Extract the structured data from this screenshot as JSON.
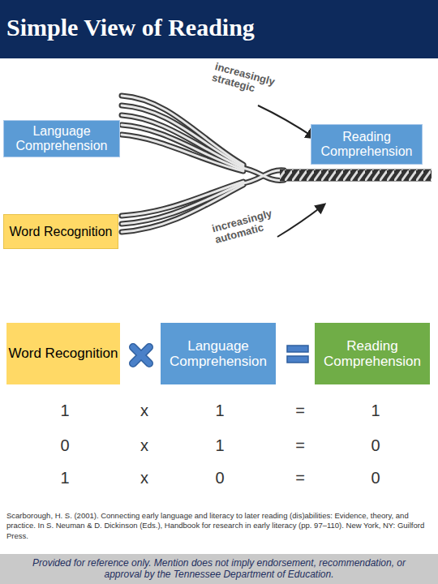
{
  "diagram": {
    "title": "Simple View of Reading",
    "nodes": [
      {
        "text": [
          "Language Comprehension"
        ]
      },
      {
        "text": [
          "Reading Comprehension"
        ]
      },
      {
        "text": [
          "Word Recognition"
        ]
      },
      {
        "text": [
          "Word Recognition"
        ]
      },
      {
        "text": [
          "Language Comprehension"
        ]
      },
      {
        "text": [
          "Reading Comprehension"
        ]
      },
      {
        "text": [
          "Provided for reference only. Mention does not imply endorsement, recommendation, or approval by the Tennessee Department of Education."
        ]
      }
    ],
    "labels": [
      "increasingly strategic",
      "increasingly automatic",
      "1",
      "x",
      "1",
      "=",
      "1",
      "0",
      "x",
      "1",
      "=",
      "0",
      "1",
      "x",
      "0",
      "=",
      "0",
      "Scarborough, H. S. (2001). Connecting early language and literacy to later reading (dis)abilities: Evidence, theory, and practice. In S. Neuman & D. Dickinson (Eds.), Handbook for research in early literacy (pp. 97–110). New York, NY: Guilford Press."
    ]
  }
}
